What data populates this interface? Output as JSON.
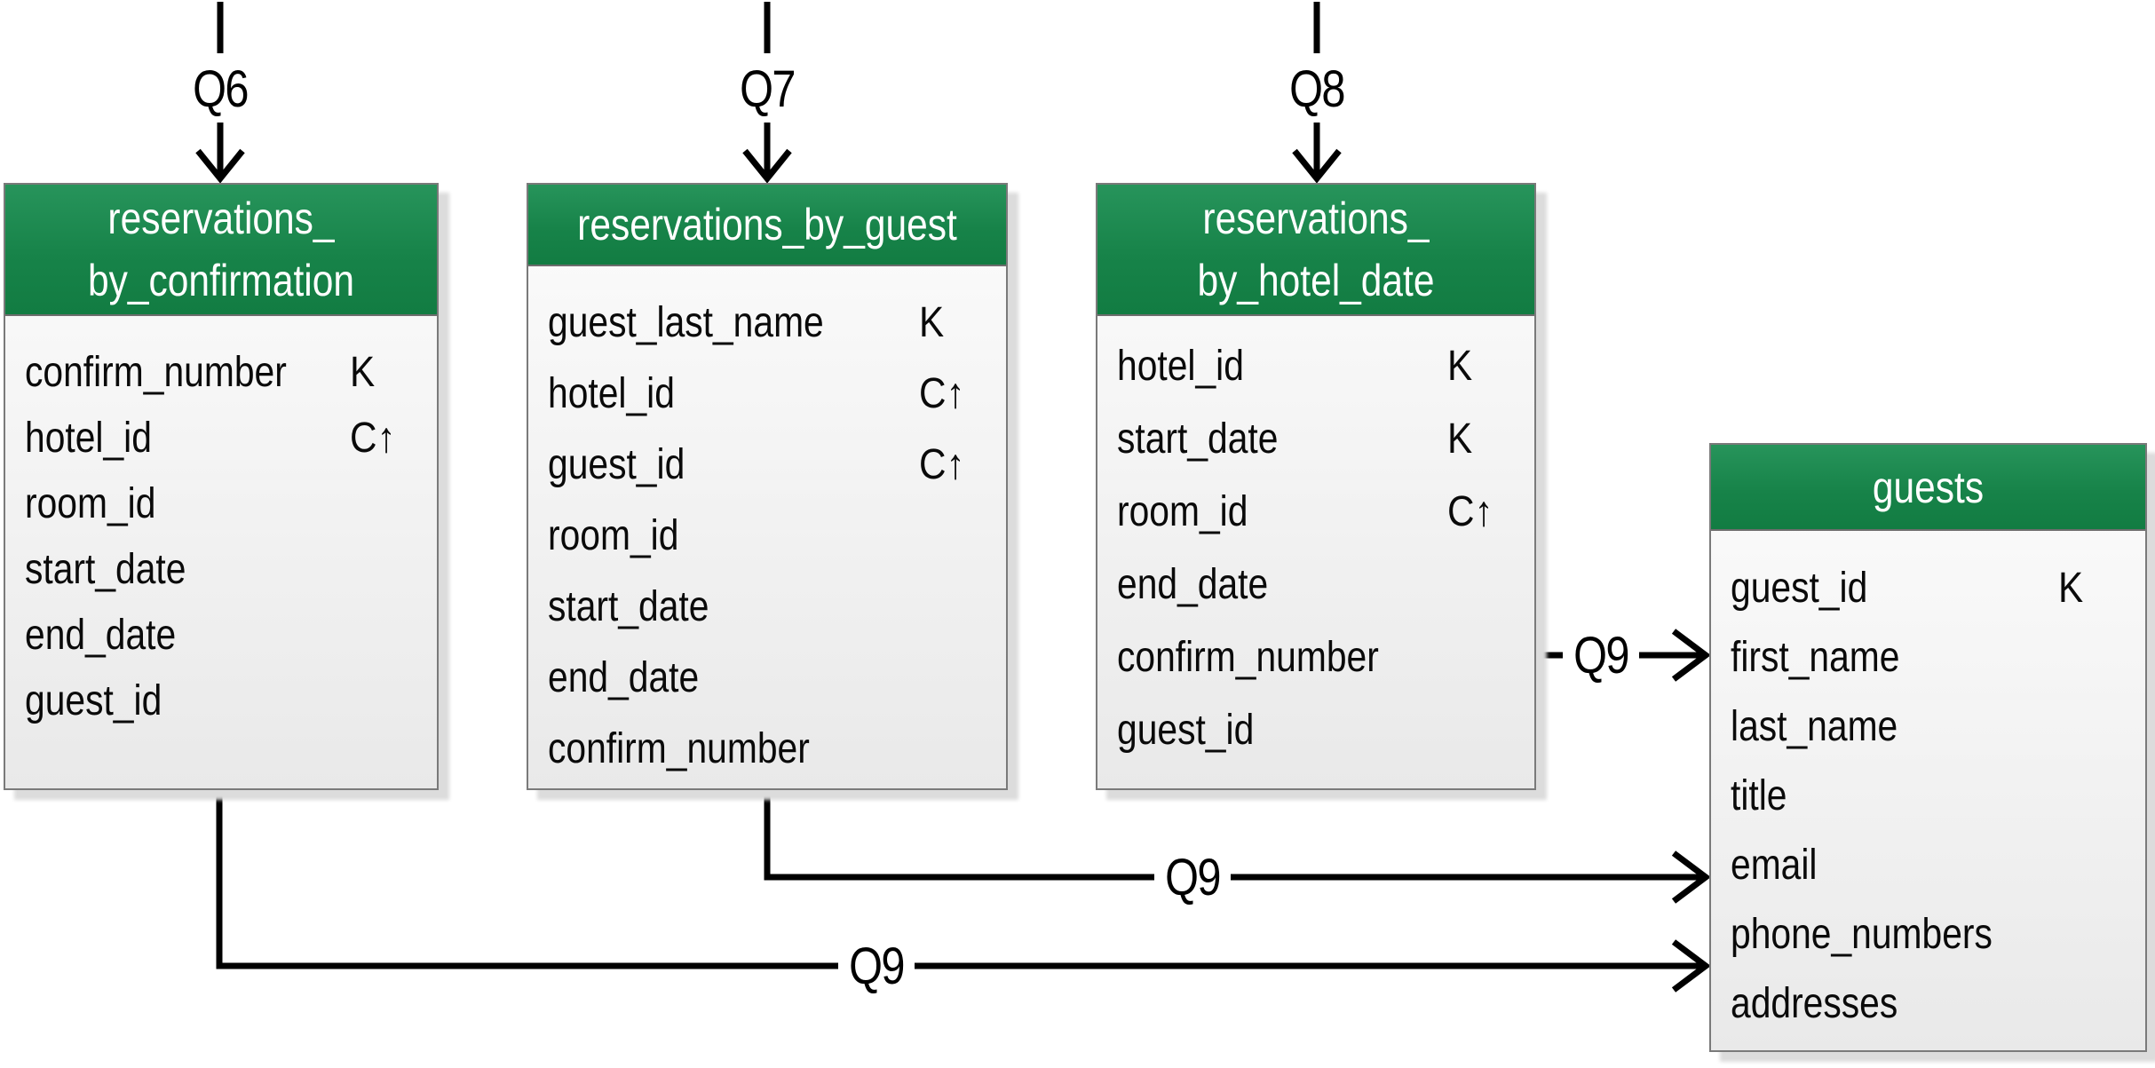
{
  "diagram": {
    "kind": "cassandra-chebotko-schema-diagram",
    "colors": {
      "header_green": "#178349",
      "table_body": "#f2f2f2",
      "table_border": "#7a7a7a",
      "connector": "#000000",
      "header_text": "#ffffff",
      "field_text": "#0a0a0a"
    },
    "key_legend": {
      "partition_key_marker": "K",
      "clustering_key_asc_marker": "C↑"
    }
  },
  "tables": [
    {
      "name": "reservations_by_confirmation",
      "title_lines": [
        "reservations_",
        "by_confirmation"
      ],
      "fields": [
        {
          "name": "confirm_number",
          "marker": "K"
        },
        {
          "name": "hotel_id",
          "marker": "C↑"
        },
        {
          "name": "room_id",
          "marker": ""
        },
        {
          "name": "start_date",
          "marker": ""
        },
        {
          "name": "end_date",
          "marker": ""
        },
        {
          "name": "guest_id",
          "marker": ""
        }
      ]
    },
    {
      "name": "reservations_by_guest",
      "title_lines": [
        "reservations_by_guest"
      ],
      "fields": [
        {
          "name": "guest_last_name",
          "marker": "K"
        },
        {
          "name": "hotel_id",
          "marker": "C↑"
        },
        {
          "name": "guest_id",
          "marker": "C↑"
        },
        {
          "name": "room_id",
          "marker": ""
        },
        {
          "name": "start_date",
          "marker": ""
        },
        {
          "name": "end_date",
          "marker": ""
        },
        {
          "name": "confirm_number",
          "marker": ""
        }
      ]
    },
    {
      "name": "reservations_by_hotel_date",
      "title_lines": [
        "reservations_",
        "by_hotel_date"
      ],
      "fields": [
        {
          "name": "hotel_id",
          "marker": "K"
        },
        {
          "name": "start_date",
          "marker": "K"
        },
        {
          "name": "room_id",
          "marker": "C↑"
        },
        {
          "name": "end_date",
          "marker": ""
        },
        {
          "name": "confirm_number",
          "marker": ""
        },
        {
          "name": "guest_id",
          "marker": ""
        }
      ]
    },
    {
      "name": "guests",
      "title_lines": [
        "guests"
      ],
      "fields": [
        {
          "name": "guest_id",
          "marker": "K"
        },
        {
          "name": "first_name",
          "marker": ""
        },
        {
          "name": "last_name",
          "marker": ""
        },
        {
          "name": "title",
          "marker": ""
        },
        {
          "name": "email",
          "marker": ""
        },
        {
          "name": "phone_numbers",
          "marker": ""
        },
        {
          "name": "addresses",
          "marker": ""
        }
      ]
    }
  ],
  "connectors": [
    {
      "id": "q6",
      "label": "Q6",
      "target": "reservations_by_confirmation"
    },
    {
      "id": "q7",
      "label": "Q7",
      "target": "reservations_by_guest"
    },
    {
      "id": "q8",
      "label": "Q8",
      "target": "reservations_by_hotel_date"
    },
    {
      "id": "q9-from-hotel-date",
      "label": "Q9",
      "target": "guests"
    },
    {
      "id": "q9-from-guest",
      "label": "Q9",
      "target": "guests"
    },
    {
      "id": "q9-from-confirmation",
      "label": "Q9",
      "target": "guests"
    }
  ]
}
